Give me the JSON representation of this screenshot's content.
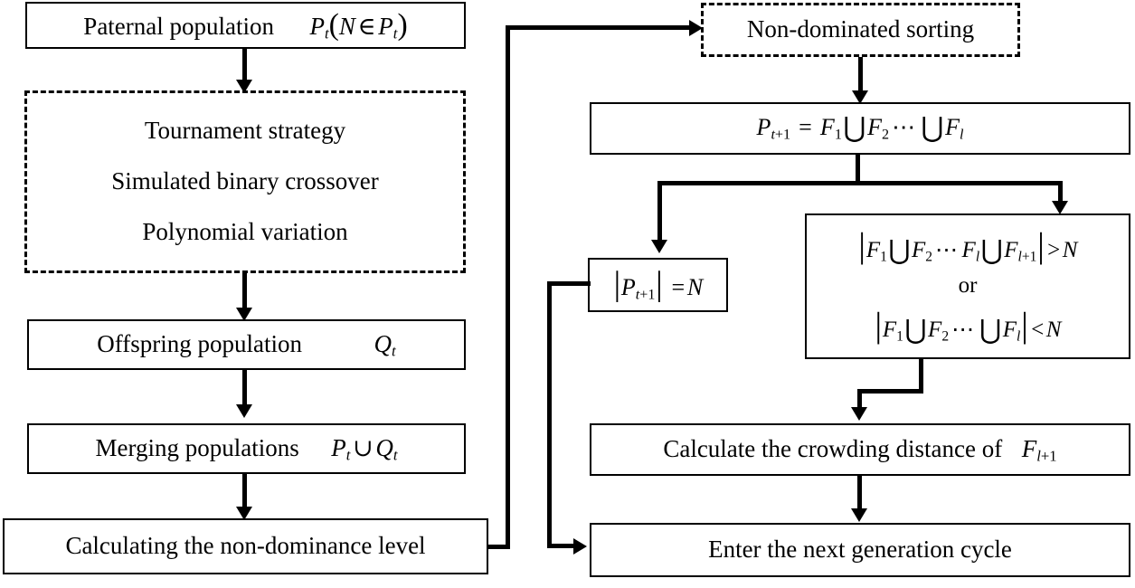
{
  "diagram": {
    "title": "NSGA-II flowchart",
    "stroke_color": "#000000",
    "background": "#ffffff",
    "left_column": {
      "paternal": {
        "text": "Paternal population",
        "math": "P_t ( N ∈ P_t )"
      },
      "operators": {
        "style": "dashed",
        "lines": [
          "Tournament strategy",
          "Simulated binary crossover",
          "Polynomial variation"
        ]
      },
      "offspring": {
        "text": "Offspring population",
        "math": "Q_t"
      },
      "merging": {
        "text": "Merging populations",
        "math": "P_t ∪ Q_t"
      },
      "non_dominance": {
        "text": "Calculating the non-dominance level"
      }
    },
    "right_column": {
      "sorting": {
        "text": "Non-dominated sorting",
        "style": "dashed"
      },
      "union": {
        "math": "P_{t+1} = F_1 ⋃ F_2 ⋯ ⋃ F_l"
      },
      "size_eq": {
        "math": "|P_{t+1}| = N"
      },
      "condition": {
        "line1": "|F_1 ⋃ F_2 ⋯ F_l ⋃ F_{l+1}| > N",
        "connector": "or",
        "line2": "|F_1 ⋃ F_2 ⋯ ⋃ F_l| < N"
      },
      "crowding": {
        "text": "Calculate the crowding distance of",
        "math": "F_{l+1}"
      },
      "next_cycle": {
        "text": "Enter the next generation cycle"
      }
    },
    "edges": [
      "paternal -> operators",
      "operators -> offspring",
      "offspring -> merging",
      "merging -> non-dominance",
      "non-dominance -> non-dominated-sorting (right, up, right)",
      "non-dominated-sorting -> union",
      "union -> size_eq (left branch)",
      "union -> condition (right branch)",
      "size_eq -> next_cycle (left, down, right)",
      "condition -> crowding (down, left)",
      "crowding -> next_cycle"
    ]
  }
}
